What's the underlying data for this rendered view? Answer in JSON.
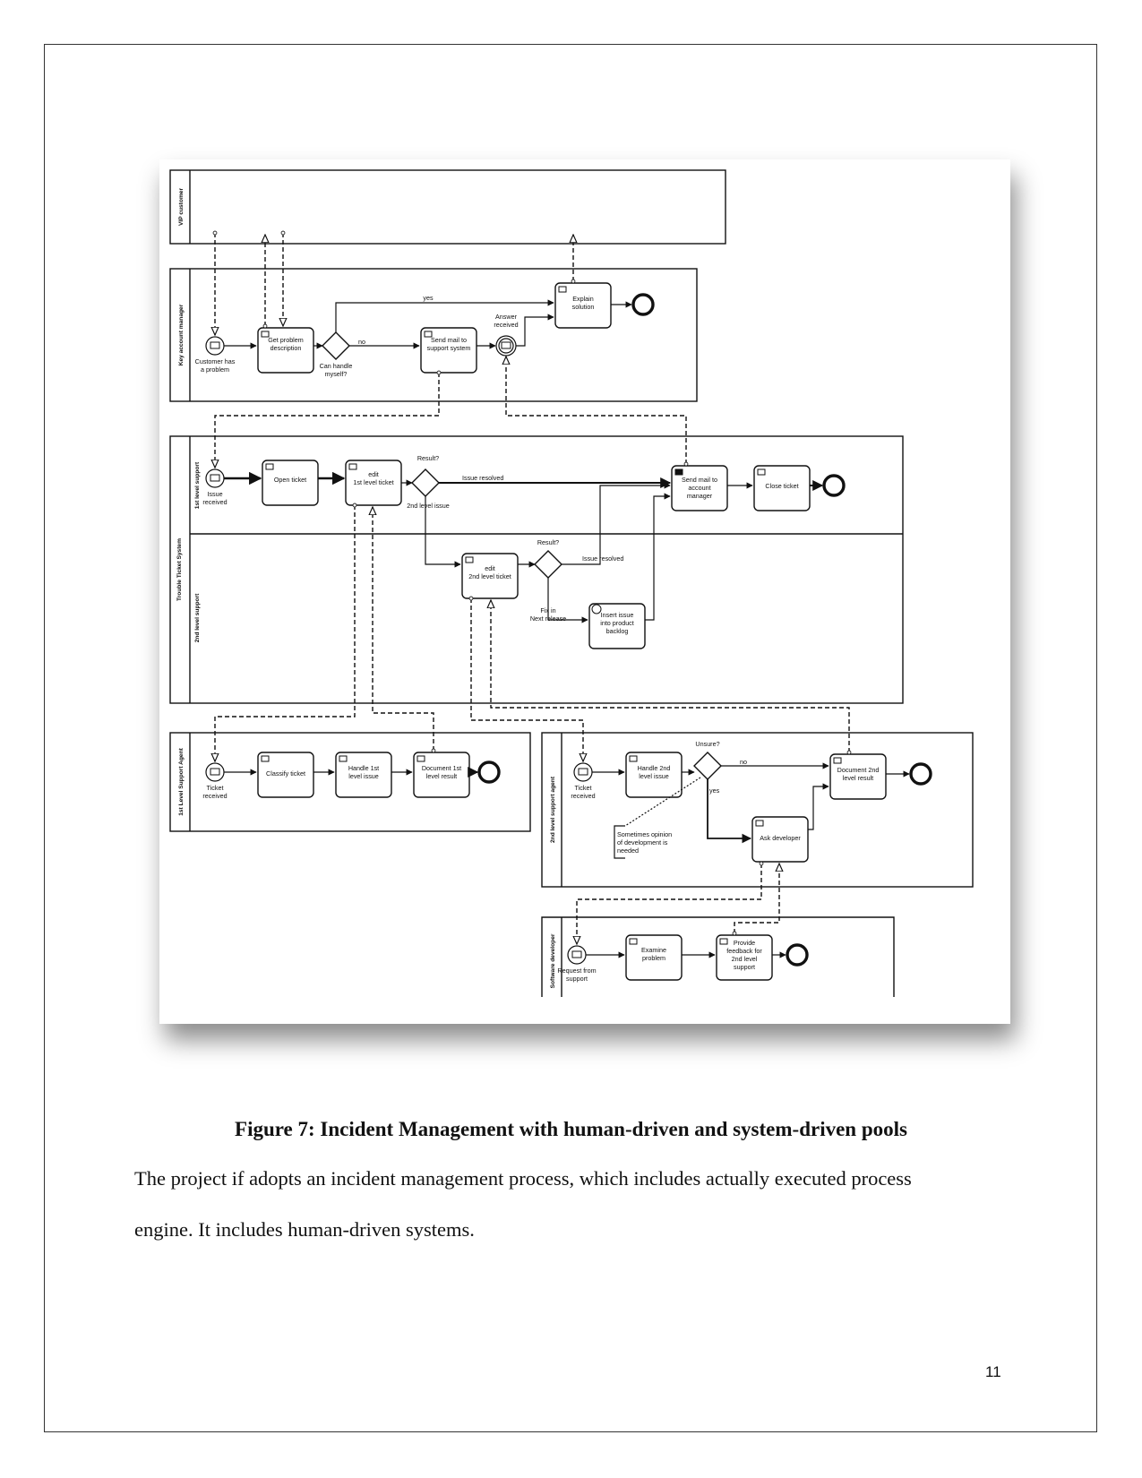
{
  "figure": {
    "caption": "Figure 7: Incident Management with human-driven and system-driven pools",
    "pools": {
      "vip": "VIP customer",
      "kam": "Key account manager",
      "tts": "Trouble Ticket System",
      "lane1": "1st level support",
      "lane2": "2nd level support",
      "agent1": "1st Level Support Agent",
      "agent2": "2nd level support agent",
      "dev": "Software developer"
    },
    "nodes": {
      "customer_has_problem": [
        "Customer has",
        "a problem"
      ],
      "get_problem_desc": [
        "Get problem",
        "description"
      ],
      "can_handle": [
        "Can handle",
        "myself?"
      ],
      "send_mail_support": [
        "Send mail to",
        "support system"
      ],
      "answer_received": [
        "Answer",
        "received"
      ],
      "explain_solution": [
        "Explain",
        "solution"
      ],
      "issue_received": [
        "Issue",
        "received"
      ],
      "open_ticket": [
        "Open ticket"
      ],
      "edit_1st": [
        "edit",
        "1st level ticket"
      ],
      "result1": [
        "Result?"
      ],
      "second_level_issue": [
        "2nd level issue"
      ],
      "send_mail_account": [
        "Send mail to",
        "account",
        "manager"
      ],
      "close_ticket": [
        "Close ticket"
      ],
      "edit_2nd": [
        "edit",
        "2nd level ticket"
      ],
      "result2": [
        "Result?"
      ],
      "fix_next_release": [
        "Fix in",
        "Next release"
      ],
      "insert_issue": [
        "Insert issue",
        "into product",
        "backlog"
      ],
      "ticket_received_1": [
        "Ticket",
        "received"
      ],
      "classify_ticket": [
        "Classify ticket"
      ],
      "handle_1st": [
        "Handle 1st",
        "level issue"
      ],
      "document_1st": [
        "Document 1st",
        "level result"
      ],
      "ticket_received_2": [
        "Ticket",
        "received"
      ],
      "handle_2nd": [
        "Handle 2nd",
        "level issue"
      ],
      "unsure": [
        "Unsure?"
      ],
      "document_2nd": [
        "Document 2nd",
        "level result"
      ],
      "ask_developer": [
        "Ask developer"
      ],
      "annotation": [
        "Sometimes opinion",
        "of development is",
        "needed"
      ],
      "request_from_support": [
        "Request from",
        "support"
      ],
      "examine_problem": [
        "Examine",
        "problem"
      ],
      "provide_feedback": [
        "Provide",
        "feedback for",
        "2nd level",
        "support"
      ]
    },
    "flow_labels": {
      "yes": "yes",
      "no": "no",
      "issue_resolved_1": "Issue resolved",
      "issue_resolved_2": "Issue resolved"
    }
  },
  "body": {
    "line1": "The project if adopts an incident management process, which includes actually executed process",
    "line2": "engine. It includes human-driven systems."
  },
  "page_number": "11"
}
